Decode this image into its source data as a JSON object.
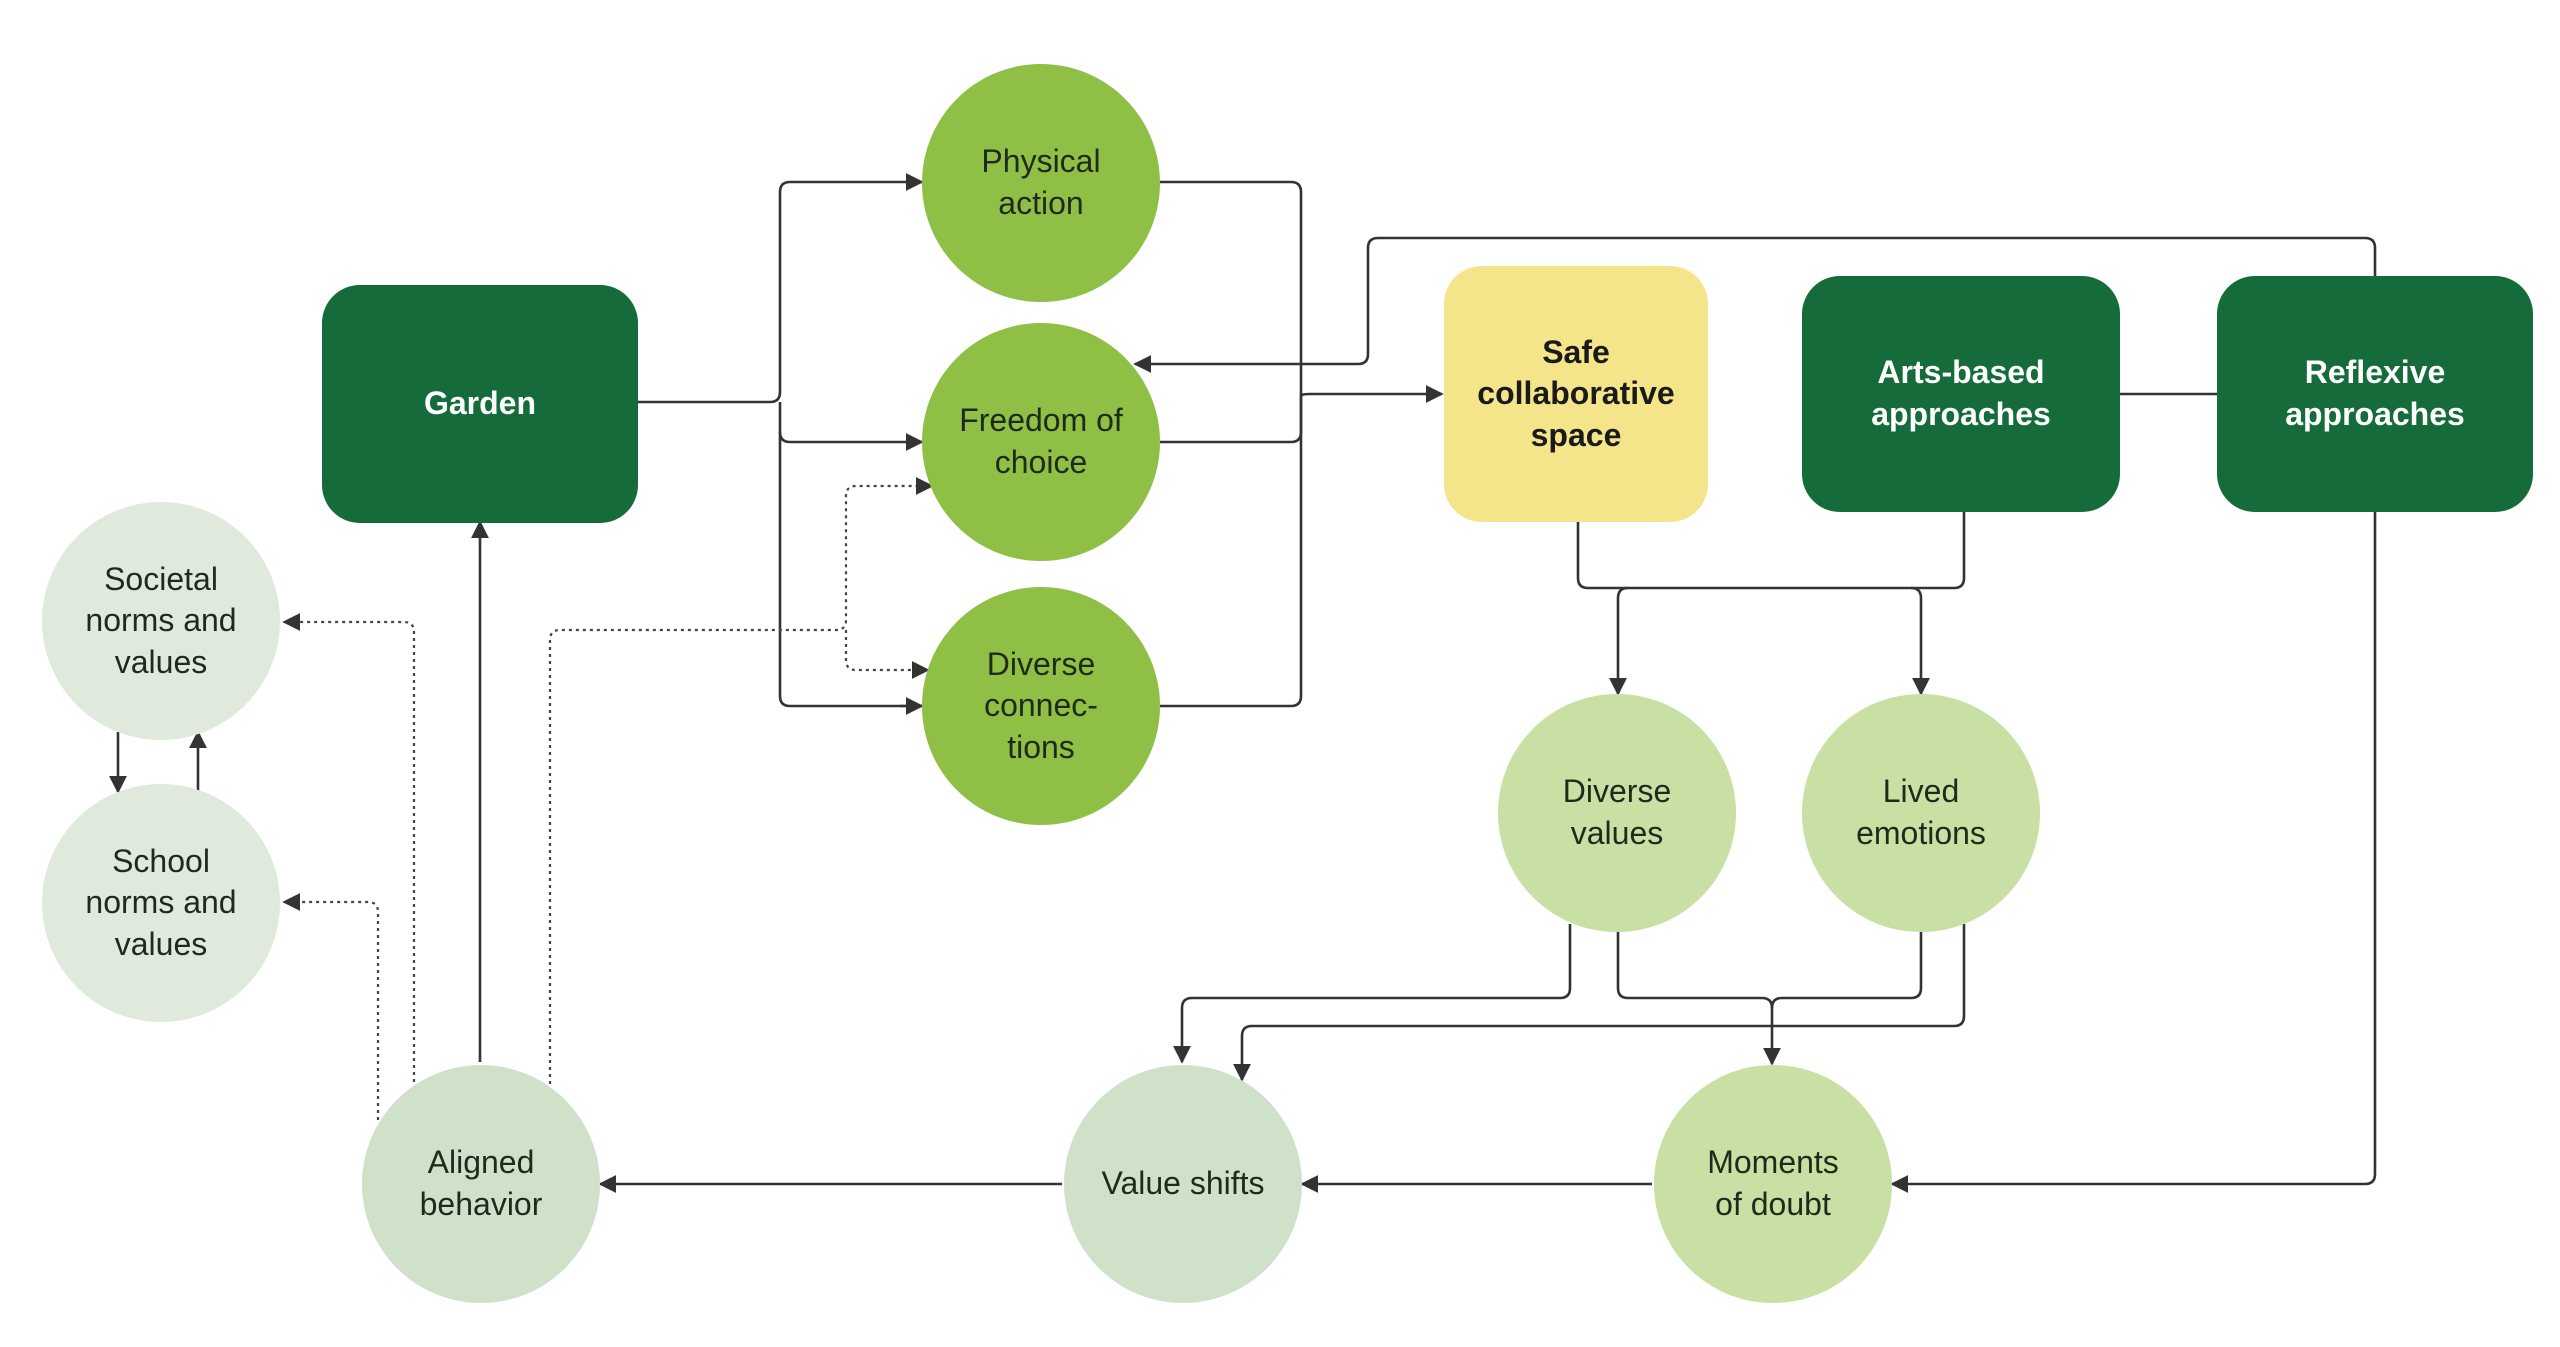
{
  "nodes": {
    "garden": "Garden",
    "physical_action": "Physical\naction",
    "freedom_of_choice": "Freedom of\nchoice",
    "diverse_connections": "Diverse\nconnec-\ntions",
    "safe_collaborative_space": "Safe\ncollaborative\nspace",
    "arts_based_approaches": "Arts-based\napproaches",
    "reflexive_approaches": "Reflexive\napproaches",
    "societal_norms": "Societal\nnorms and\nvalues",
    "school_norms": "School\nnorms and\nvalues",
    "diverse_values": "Diverse\nvalues",
    "lived_emotions": "Lived\nemotions",
    "aligned_behavior": "Aligned\nbehavior",
    "value_shifts": "Value shifts",
    "moments_of_doubt": "Moments\nof doubt"
  },
  "colors": {
    "dark_green": "#156b3a",
    "yellow": "#f5e58a",
    "mid_green": "#8fbf45",
    "light_green": "#c8e0a3",
    "pale_green": "#d0e1ca",
    "paler_green": "#dfe9dc",
    "line": "#333333"
  }
}
